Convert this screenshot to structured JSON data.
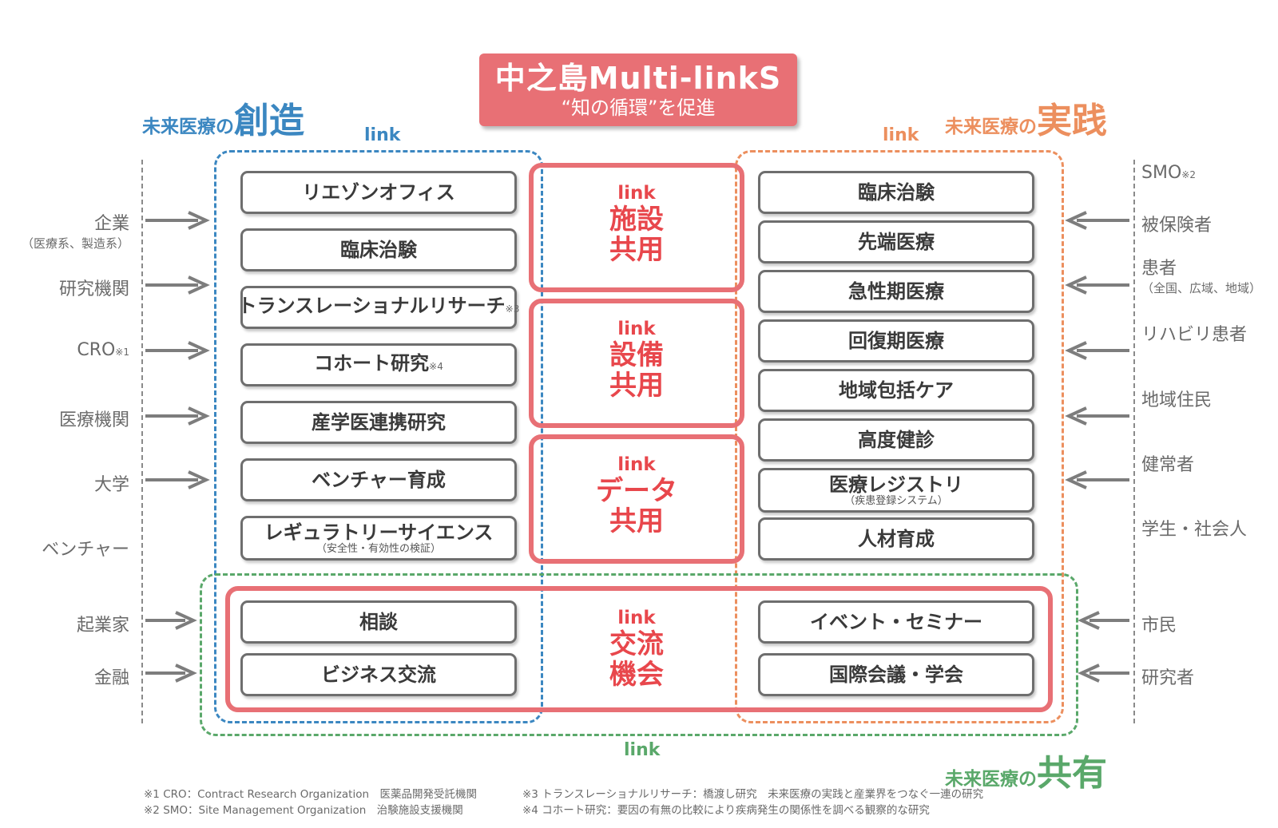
{
  "title": {
    "main": "中之島Multi-linkS",
    "subtitle": "“知の循環”を促進"
  },
  "headings": {
    "create": {
      "prefix": "未来医療の",
      "word": "創造"
    },
    "practice": {
      "prefix": "未来医療の",
      "word": "実践"
    },
    "share": {
      "prefix": "未来医療の",
      "word": "共有"
    }
  },
  "link_word": "link",
  "colors": {
    "create_blue": "#3b87c1",
    "practice_orange": "#ec8f5e",
    "share_green": "#5aa86a",
    "accent_red": "#e87075",
    "title_red": "#e87075"
  },
  "create_items": [
    {
      "label": "リエゾンオフィス",
      "note": "",
      "sub": ""
    },
    {
      "label": "臨床治験",
      "note": "",
      "sub": ""
    },
    {
      "label": "トランスレーショナルリサーチ",
      "note": "※3",
      "sub": ""
    },
    {
      "label": "コホート研究",
      "note": "※4",
      "sub": ""
    },
    {
      "label": "産学医連携研究",
      "note": "",
      "sub": ""
    },
    {
      "label": "ベンチャー育成",
      "note": "",
      "sub": ""
    },
    {
      "label": "レギュラトリーサイエンス",
      "note": "",
      "sub": "（安全性・有効性の検証）"
    }
  ],
  "practice_items": [
    {
      "label": "臨床治験",
      "sub": ""
    },
    {
      "label": "先端医療",
      "sub": ""
    },
    {
      "label": "急性期医療",
      "sub": ""
    },
    {
      "label": "回復期医療",
      "sub": ""
    },
    {
      "label": "地域包括ケア",
      "sub": ""
    },
    {
      "label": "高度健診",
      "sub": ""
    },
    {
      "label": "医療レジストリ",
      "sub": "（疾患登録システム）"
    },
    {
      "label": "人材育成",
      "sub": ""
    }
  ],
  "shared_links": [
    {
      "link": "link",
      "line1": "施設",
      "line2": "共用"
    },
    {
      "link": "link",
      "line1": "設備",
      "line2": "共用"
    },
    {
      "link": "link",
      "line1": "データ",
      "line2": "共用"
    },
    {
      "link": "link",
      "line1": "交流",
      "line2": "機会"
    }
  ],
  "exchange_items": {
    "left": [
      "相談",
      "ビジネス交流"
    ],
    "right": [
      "イベント・セミナー",
      "国際会議・学会"
    ]
  },
  "left_stakeholders": [
    {
      "label": "企業",
      "note": "",
      "sub": "（医療系、製造系）",
      "arrow": true
    },
    {
      "label": "研究機関",
      "note": "",
      "sub": "",
      "arrow": true
    },
    {
      "label": "CRO",
      "note": "※1",
      "sub": "",
      "arrow": true
    },
    {
      "label": "医療機関",
      "note": "",
      "sub": "",
      "arrow": true
    },
    {
      "label": "大学",
      "note": "",
      "sub": "",
      "arrow": true
    },
    {
      "label": "ベンチャー",
      "note": "",
      "sub": "",
      "arrow": false
    },
    {
      "label": "起業家",
      "note": "",
      "sub": "",
      "arrow": true
    },
    {
      "label": "金融",
      "note": "",
      "sub": "",
      "arrow": true
    }
  ],
  "right_stakeholders": [
    {
      "label": "SMO",
      "note": "※2",
      "sub": "",
      "arrow": false
    },
    {
      "label": "被保険者",
      "note": "",
      "sub": "",
      "arrow": true
    },
    {
      "label": "患者",
      "note": "",
      "sub": "（全国、広域、地域）",
      "arrow": true
    },
    {
      "label": "リハビリ患者",
      "note": "",
      "sub": "",
      "arrow": true
    },
    {
      "label": "地域住民",
      "note": "",
      "sub": "",
      "arrow": true
    },
    {
      "label": "健常者",
      "note": "",
      "sub": "",
      "arrow": true
    },
    {
      "label": "学生・社会人",
      "note": "",
      "sub": "",
      "arrow": false
    },
    {
      "label": "市民",
      "note": "",
      "sub": "",
      "arrow": true
    },
    {
      "label": "研究者",
      "note": "",
      "sub": "",
      "arrow": true
    }
  ],
  "footnotes": [
    "※1 CRO：Contract Research Organization　医薬品開発受託機関",
    "※2 SMO：Site Management Organization　治験施設支援機関",
    "※3 トランスレーショナルリサーチ：橋渡し研究　未来医療の実践と産業界をつなぐ一連の研究",
    "※4 コホート研究：要因の有無の比較により疾病発生の関係性を調べる観察的な研究"
  ]
}
